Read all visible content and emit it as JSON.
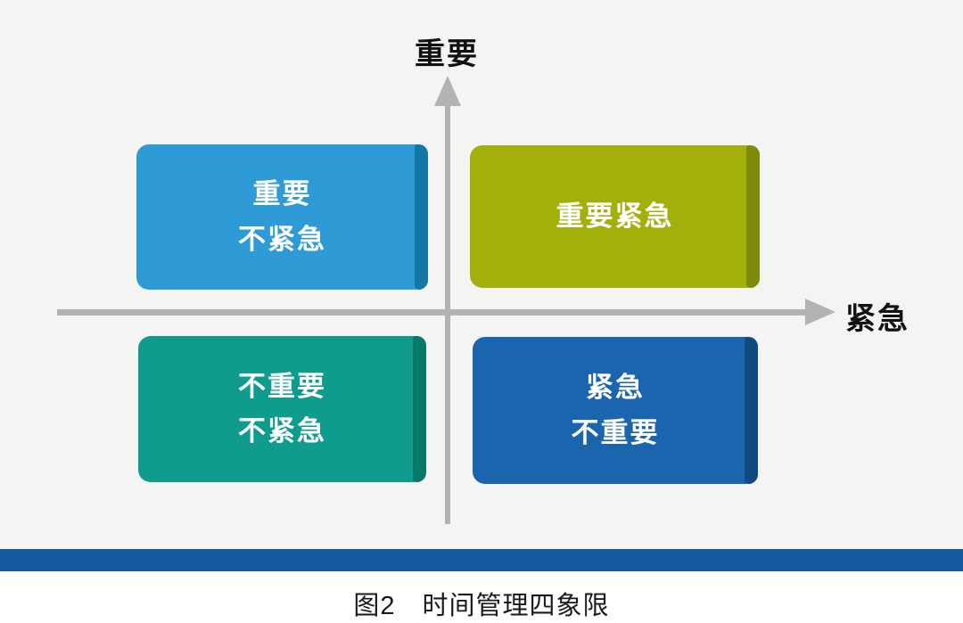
{
  "figure": {
    "y_axis_label": "重要",
    "x_axis_label": "紧急",
    "axis_color": "#b3b3b3",
    "quadrants": [
      {
        "name": "important-not-urgent",
        "lines": [
          "重要",
          "不紧急"
        ],
        "color": "#2e9bd6",
        "edge_color": "#1477a7"
      },
      {
        "name": "important-urgent",
        "lines": [
          "重要紧急"
        ],
        "color": "#a3b00c",
        "edge_color": "#7e8b08"
      },
      {
        "name": "not-important-not-urgent",
        "lines": [
          "不重要",
          "不紧急"
        ],
        "color": "#0f9c8d",
        "edge_color": "#067968"
      },
      {
        "name": "urgent-not-important",
        "lines": [
          "紧急",
          "不重要"
        ],
        "color": "#1a65ad",
        "edge_color": "#104a80"
      }
    ],
    "divider_bar_color": "#1459a1",
    "caption": "图2　时间管理四象限"
  }
}
